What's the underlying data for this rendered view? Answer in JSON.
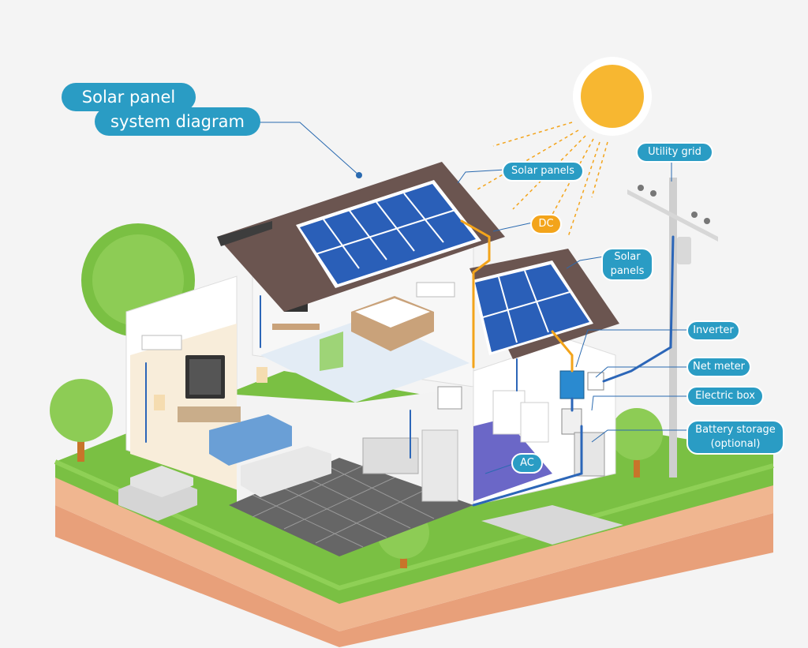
{
  "title": {
    "line1": "Solar panel",
    "line2": "system diagram"
  },
  "labels": {
    "solar_panels_1": "Solar panels",
    "solar_panels_2_line1": "Solar",
    "solar_panels_2_line2": "panels",
    "dc": "DC",
    "ac": "AC",
    "utility_grid": "Utility grid",
    "inverter": "Inverter",
    "net_meter": "Net meter",
    "electric_box": "Electric box",
    "battery_line1": "Battery storage",
    "battery_line2": "(optional)"
  },
  "colors": {
    "label_bg": "#2a9cc4",
    "dc_bg": "#f3a41b",
    "sun": "#f7b731",
    "grass": "#7ac043",
    "soil": "#e8a07a",
    "roof": "#6b5550",
    "panel": "#2a5fb8",
    "wire_dc": "#f3a41b",
    "wire_ac": "#2c66b8"
  }
}
